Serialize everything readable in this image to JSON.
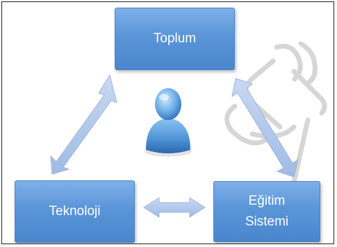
{
  "nodes": {
    "top": "Toplum",
    "left": "Teknoloji",
    "right_line1": "Eğitim",
    "right_line2": "Sistemi"
  },
  "colors": {
    "box_fill": "#5a95d8",
    "arrow_fill": "#aec6ea",
    "person": "#4f93d6"
  },
  "icons": {
    "center": "user-icon",
    "watermark": "gesture-figure-watermark"
  }
}
